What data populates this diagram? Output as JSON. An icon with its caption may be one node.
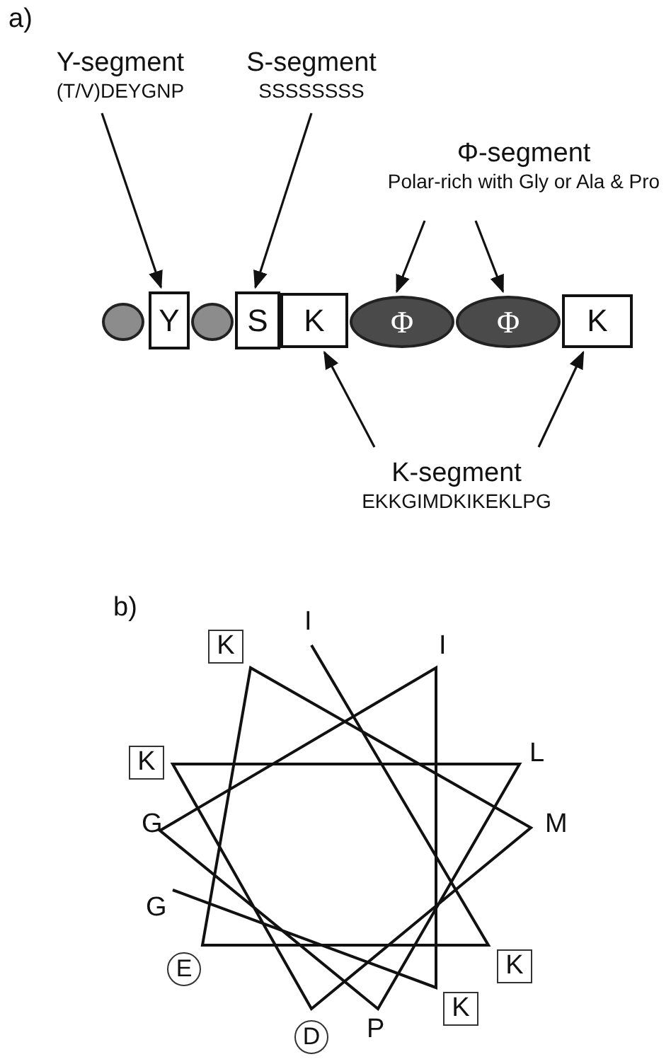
{
  "diagram": {
    "nodes": [
      {
        "text": [
          "Y-segment",
          "(T/V)DEYGNP"
        ]
      },
      {
        "text": [
          "S-segment",
          "SSSSSSSS"
        ]
      },
      {
        "text": [
          "Φ-segment",
          "Polar-rich with Gly or Ala & Pro"
        ]
      },
      {
        "text": [],
        "shape": "circle"
      },
      {
        "text": [
          "Y"
        ]
      },
      {
        "text": [],
        "shape": "circle"
      },
      {
        "text": [
          "S"
        ]
      },
      {
        "text": [
          "K"
        ]
      },
      {
        "text": [
          "Φ"
        ]
      },
      {
        "text": [
          "Φ"
        ]
      },
      {
        "text": [
          "K"
        ]
      },
      {
        "text": [
          "K-segment",
          "EKKGIMDKIKEKLPG"
        ]
      },
      {
        "text": [
          "K"
        ]
      },
      {
        "text": [
          "K"
        ]
      },
      {
        "text": [
          "K"
        ]
      },
      {
        "text": [
          "E"
        ]
      },
      {
        "text": [
          "K"
        ]
      },
      {
        "text": [
          "D"
        ]
      }
    ],
    "edges": [
      {
        "from": 0,
        "to": 4,
        "arrow": "to"
      },
      {
        "from": 1,
        "to": 6,
        "arrow": "to"
      },
      {
        "from": 2,
        "to": 8,
        "arrow": "to"
      },
      {
        "from": 2,
        "to": 9,
        "arrow": "to"
      },
      {
        "from": 11,
        "to": 7,
        "arrow": "to"
      },
      {
        "from": 11,
        "to": 10,
        "arrow": "to"
      }
    ],
    "labels": [
      "a)",
      "b)",
      "I",
      "I",
      "L",
      "M",
      "G",
      "G",
      "P"
    ]
  }
}
